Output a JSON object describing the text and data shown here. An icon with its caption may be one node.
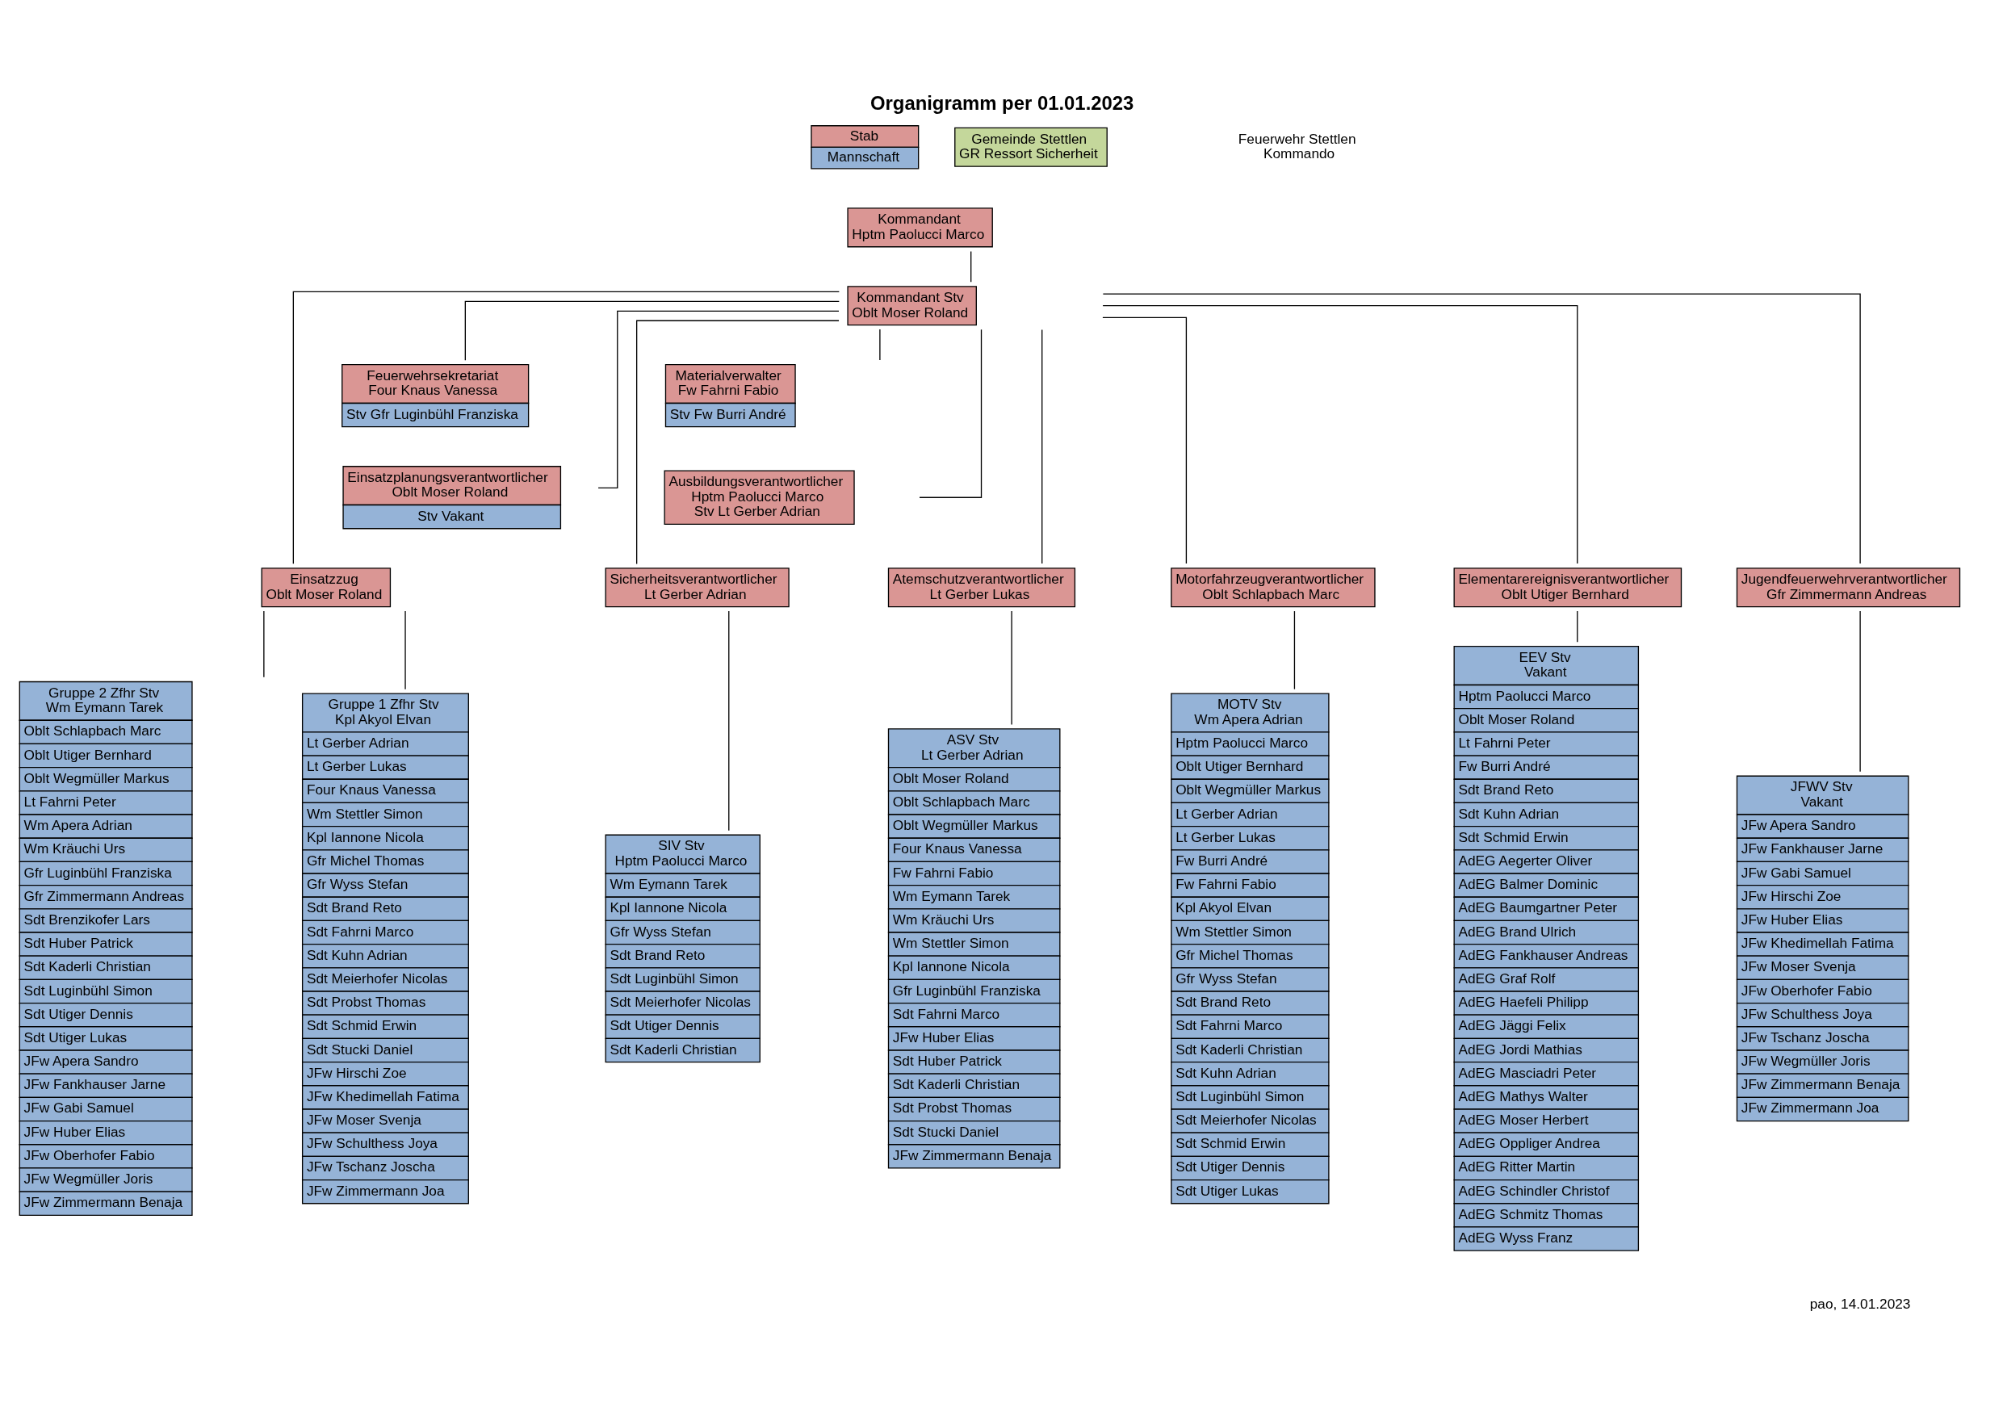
{
  "diagram": {
    "title": "Organigramm per 01.01.2023",
    "nodes": [
      {
        "text": [
          "Gemeinde Stettlen",
          "GR Ressort Sicherheit"
        ]
      },
      {
        "text": [
          "Kommandant",
          "Hptm Paolucci Marco"
        ]
      },
      {
        "text": [
          "Kommandant Stv",
          "Oblt Moser Roland"
        ]
      },
      {
        "text": [
          "Feuerwehrsekretariat",
          "Four Knaus Vanessa",
          "Stv Gfr Luginbühl Franziska"
        ]
      },
      {
        "text": [
          "Materialverwalter",
          "Fw Fahrni Fabio",
          "Stv Fw Burri André"
        ]
      },
      {
        "text": [
          "Einsatzplanungsverantwortlicher",
          "Oblt Moser Roland",
          "Stv Vakant"
        ]
      },
      {
        "text": [
          "Ausbildungsverantwortlicher",
          "Hptm Paolucci Marco",
          "Stv Lt Gerber Adrian"
        ]
      },
      {
        "text": [
          "Einsatzzug",
          "Oblt Moser Roland"
        ]
      },
      {
        "text": [
          "Atemschutzverantwortlicher",
          "Lt Gerber Lukas"
        ]
      },
      {
        "text": [
          "Motorfahrzeugverantwortlicher",
          "Oblt Schlapbach Marc"
        ]
      },
      {
        "text": [
          "Sicherheitsverantwortlicher",
          "Lt Gerber Adrian"
        ]
      },
      {
        "text": [
          "Elementarereignisverantwortlicher",
          "Oblt Utiger Bernhard"
        ]
      },
      {
        "text": [
          "Jugendfeuerwehrverantwortlicher",
          "Gfr Zimmermann Andreas"
        ]
      },
      {
        "text": [
          "Gruppe 1 Zfhr Stv",
          "Kpl Akyol Elvan",
          "Lt Gerber Adrian",
          "Lt Gerber Lukas",
          "Four Knaus Vanessa",
          "Wm Stettler Simon",
          "Kpl Iannone Nicola",
          "Gfr Michel Thomas",
          "Gfr Wyss Stefan",
          "Sdt Brand Reto",
          "Sdt Fahrni Marco",
          "Sdt Kuhn Adrian",
          "Sdt Meierhofer Nicolas",
          "Sdt Probst Thomas",
          "Sdt Schmid Erwin",
          "Sdt Stucki Daniel",
          "JFw Hirschi Zoe",
          "JFw Khedimellah Fatima",
          "JFw Moser Svenja",
          "JFw Schulthess Joya",
          "JFw Tschanz Joscha",
          "JFw Zimmermann Joa"
        ]
      },
      {
        "text": [
          "Gruppe 2 Zfhr Stv",
          "Wm Eymann Tarek",
          "Oblt Schlapbach Marc",
          "Oblt Utiger Bernhard",
          "Oblt Wegmüller Markus",
          "Lt Fahrni Peter",
          "Wm Apera Adrian",
          "Wm Kräuchi Urs",
          "Gfr Luginbühl Franziska",
          "Gfr Zimmermann Andreas",
          "Sdt Brenzikofer Lars",
          "Sdt Huber Patrick",
          "Sdt Kaderli Christian",
          "Sdt Luginbühl Simon",
          "Sdt Utiger Dennis",
          "Sdt Utiger Lukas",
          "JFw Apera Sandro",
          "JFw Fankhauser Jarne",
          "JFw Gabi Samuel",
          "JFw Huber Elias",
          "JFw Oberhofer Fabio",
          "JFw Wegmüller Joris",
          "JFw Zimmermann Benaja"
        ]
      },
      {
        "text": [
          "ASV Stv",
          "Lt Gerber Adrian",
          "Oblt Moser Roland",
          "Oblt Schlapbach Marc",
          "Oblt Wegmüller Markus",
          "Four Knaus Vanessa",
          "Fw Fahrni Fabio",
          "Wm Eymann Tarek",
          "Wm Kräuchi Urs",
          "Wm Stettler Simon",
          "Kpl Iannone Nicola",
          "Gfr Luginbühl Franziska",
          "Sdt Fahrni Marco",
          "JFw Huber Elias",
          "Sdt Huber Patrick",
          "Sdt Kaderli Christian",
          "Sdt Probst Thomas",
          "Sdt Stucki Daniel",
          "JFw Zimmermann Benaja"
        ]
      },
      {
        "text": [
          "MOTV Stv",
          "Wm Apera Adrian",
          "Hptm Paolucci Marco",
          "Oblt Utiger Bernhard",
          "Oblt Wegmüller Markus",
          "Lt Gerber Adrian",
          "Lt Gerber Lukas",
          "Fw Burri André",
          "Fw Fahrni Fabio",
          "Kpl Akyol Elvan",
          "Wm Stettler Simon",
          "Gfr Michel Thomas",
          "Gfr Wyss Stefan",
          "Sdt Brand Reto",
          "Sdt Fahrni Marco",
          "Sdt Kaderli Christian",
          "Sdt Kuhn Adrian",
          "Sdt Luginbühl Simon",
          "Sdt Meierhofer Nicolas",
          "Sdt Schmid Erwin",
          "Sdt Utiger Dennis",
          "Sdt Utiger Lukas"
        ]
      },
      {
        "text": [
          "SIV Stv",
          "Hptm Paolucci Marco",
          "Wm Eymann Tarek",
          "Kpl Iannone Nicola",
          "Gfr Wyss Stefan",
          "Sdt Brand Reto",
          "Sdt Luginbühl Simon",
          "Sdt Meierhofer Nicolas",
          "Sdt Utiger Dennis",
          "Sdt Kaderli Christian"
        ]
      },
      {
        "text": [
          "EEV Stv",
          "Vakant",
          "Hptm Paolucci Marco",
          "Oblt Moser Roland",
          "Lt Fahrni Peter",
          "Fw Burri André",
          "Sdt Brand Reto",
          "Sdt Kuhn Adrian",
          "Sdt Schmid Erwin",
          "AdEG Aegerter Oliver",
          "AdEG Balmer Dominic",
          "AdEG Baumgartner Peter",
          "AdEG Brand Ulrich",
          "AdEG Fankhauser Andreas",
          "AdEG Graf Rolf",
          "AdEG Haefeli Philipp",
          "AdEG Jäggi Felix",
          "AdEG Jordi Mathias",
          "AdEG Masciadri Peter",
          "AdEG Mathys Walter",
          "AdEG Moser Herbert",
          "AdEG Oppliger Andrea",
          "AdEG Ritter Martin",
          "AdEG Schindler Christof",
          "AdEG Schmitz Thomas",
          "AdEG Wyss Franz"
        ]
      },
      {
        "text": [
          "JFWV Stv",
          "Vakant",
          "JFw Apera Sandro",
          "JFw Fankhauser Jarne",
          "JFw Gabi Samuel",
          "JFw Hirschi Zoe",
          "JFw Huber Elias",
          "JFw Khedimellah Fatima",
          "JFw Moser Svenja",
          "JFw Oberhofer Fabio",
          "JFw Schulthess Joya",
          "JFw Tschanz Joscha",
          "JFw Wegmüller Joris",
          "JFw Zimmermann Benaja",
          "JFw Zimmermann Joa"
        ]
      }
    ],
    "edges": [
      {
        "from": 1,
        "to": 2,
        "arrow": "none"
      },
      {
        "from": 2,
        "to": 3,
        "arrow": "none"
      },
      {
        "from": 2,
        "to": 4,
        "arrow": "none"
      },
      {
        "from": 2,
        "to": 5,
        "arrow": "none"
      },
      {
        "from": 2,
        "to": 6,
        "arrow": "none"
      },
      {
        "from": 2,
        "to": 7,
        "arrow": "none"
      },
      {
        "from": 2,
        "to": 8,
        "arrow": "none"
      },
      {
        "from": 2,
        "to": 9,
        "arrow": "none"
      },
      {
        "from": 2,
        "to": 10,
        "arrow": "none"
      },
      {
        "from": 2,
        "to": 11,
        "arrow": "none"
      },
      {
        "from": 2,
        "to": 12,
        "arrow": "none"
      },
      {
        "from": 7,
        "to": 13,
        "arrow": "none"
      },
      {
        "from": 7,
        "to": 14,
        "arrow": "none"
      },
      {
        "from": 8,
        "to": 15,
        "arrow": "none"
      },
      {
        "from": 9,
        "to": 16,
        "arrow": "none"
      },
      {
        "from": 10,
        "to": 17,
        "arrow": "none"
      },
      {
        "from": 11,
        "to": 18,
        "arrow": "none"
      },
      {
        "from": 12,
        "to": 19,
        "arrow": "none"
      }
    ],
    "labels": [
      "Feuerwehr Stettlen",
      "Kommando",
      "pao, 14.01.2023"
    ],
    "legend": [
      {
        "text": "Stab",
        "color": "#da9694"
      },
      {
        "text": "Mannschaft",
        "color": "#95b3d7"
      }
    ]
  }
}
